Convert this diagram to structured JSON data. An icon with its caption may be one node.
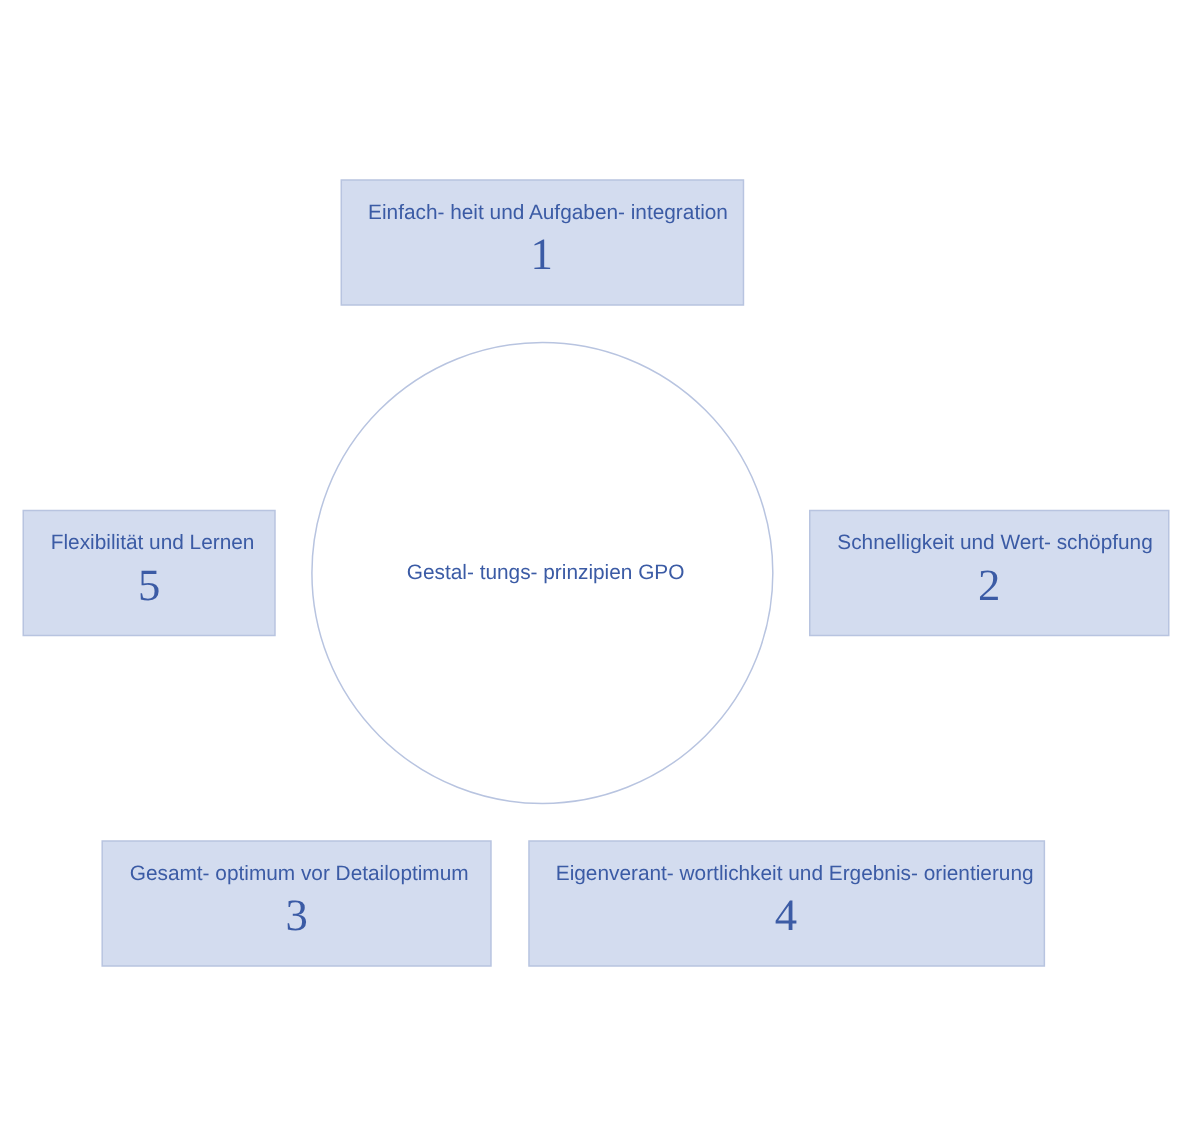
{
  "diagram": {
    "nodes": [
      {
        "text": [
          "Einfach- heit und Aufgaben- integration",
          "1"
        ]
      },
      {
        "text": [
          "Schnelligkeit und Wert- schöpfung",
          "2"
        ]
      },
      {
        "text": [
          "Gesamt- optimum vor Detailoptimum",
          "3"
        ]
      },
      {
        "text": [
          "Eigenverant- wortlichkeit und Ergebnis- orientierung",
          "4"
        ]
      },
      {
        "text": [
          "Flexibilität und Lernen",
          "5"
        ]
      },
      {
        "text": [
          "Gestal- tungs- prinzipien GPO"
        ]
      }
    ]
  }
}
